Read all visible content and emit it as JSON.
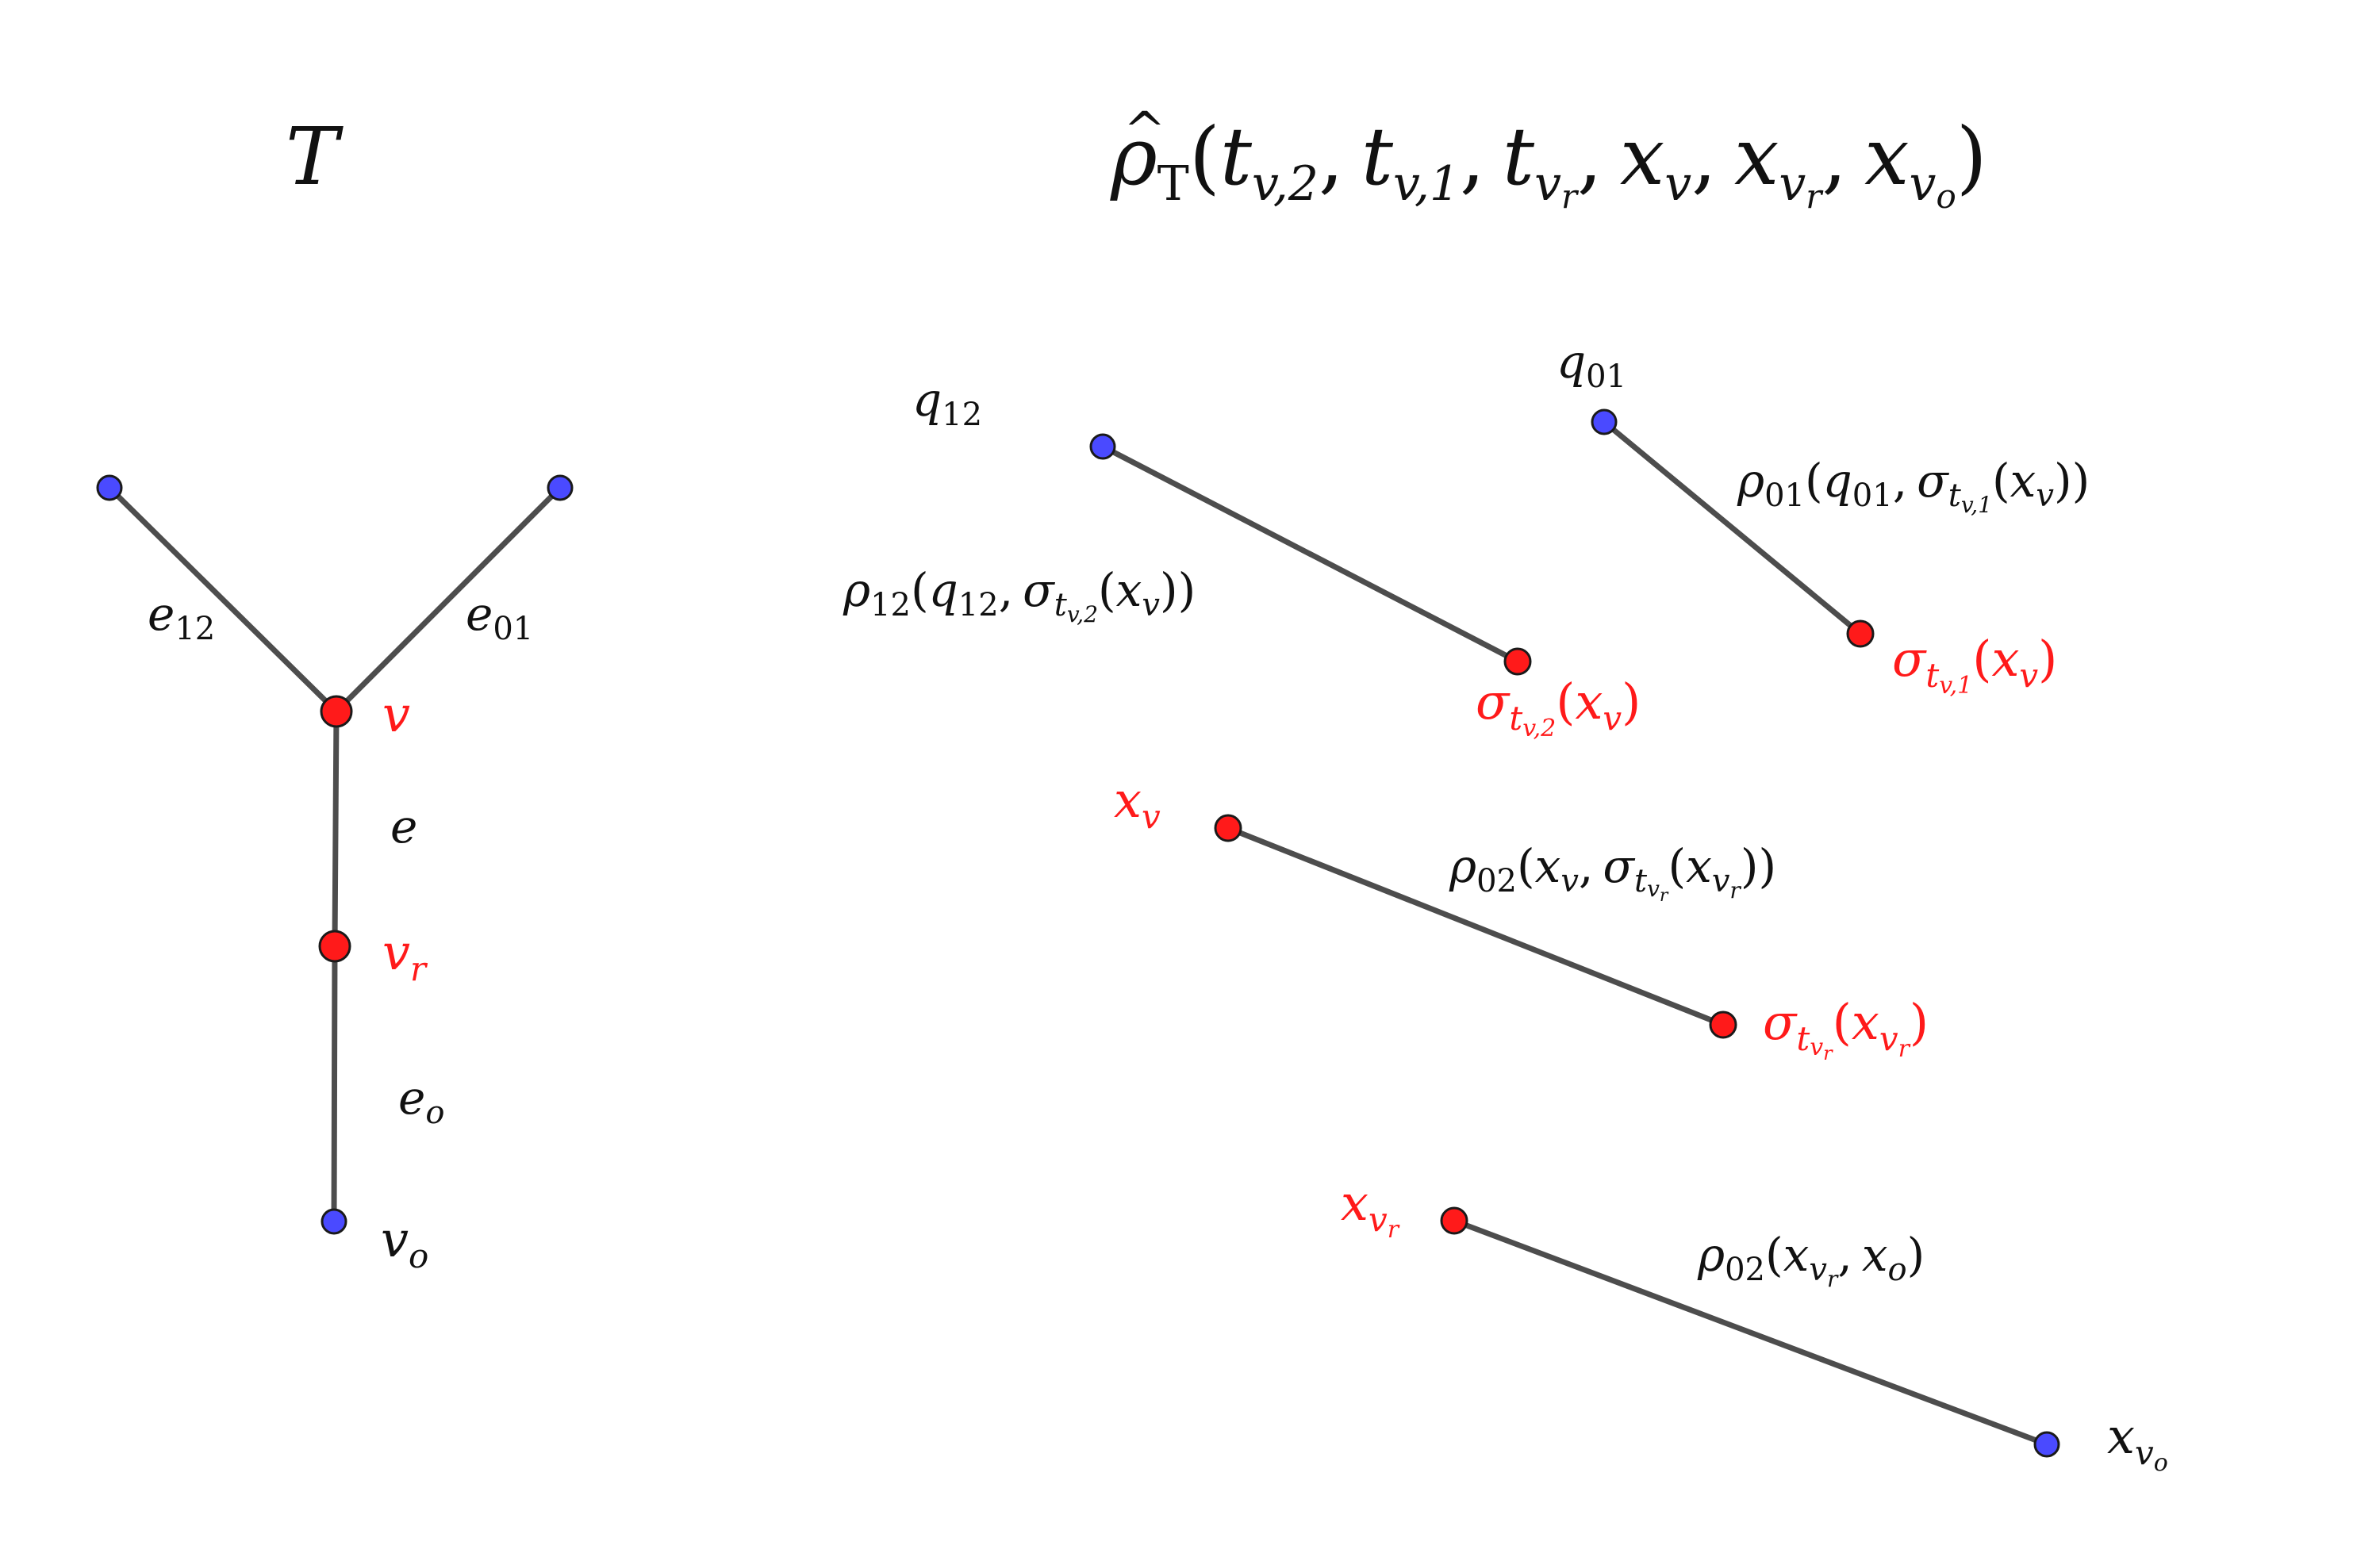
{
  "colors": {
    "edge": "#4d4d4d",
    "blue_node": "#4a4aff",
    "red_node": "#ff1a1a",
    "label": "#111111",
    "red_label": "#ff1a1a"
  },
  "tree": {
    "title": "T",
    "edges": {
      "e12": {
        "base": "e",
        "sub": "12"
      },
      "e01": {
        "base": "e",
        "sub": "01"
      },
      "e": {
        "base": "e"
      },
      "eo": {
        "base": "e",
        "sub": "o"
      }
    },
    "vertices": {
      "v": {
        "base": "v"
      },
      "vr": {
        "base": "v",
        "sub": "r"
      },
      "vo": {
        "base": "v",
        "sub": "o"
      }
    }
  },
  "formula": {
    "rho": "ρ",
    "hat": "^",
    "sub_T": "T",
    "open_paren": "(",
    "close_paren": ")",
    "comma": ",",
    "t": "t",
    "x": "x",
    "v": "v",
    "sub_v2": "v,2",
    "sub_v1": "v,1",
    "sub_r": "r",
    "sub_o": "o"
  },
  "right": {
    "sigma": "σ",
    "q12": {
      "base": "q",
      "sub": "12"
    },
    "q01": {
      "base": "q",
      "sub": "01"
    },
    "rho12": {
      "base": "ρ",
      "sub": "12",
      "arg_q": "q",
      "arg_q_sub": "12"
    },
    "rho01": {
      "base": "ρ",
      "sub": "01",
      "arg_q": "q",
      "arg_q_sub": "01"
    },
    "rho02": {
      "base": "ρ",
      "sub": "02"
    },
    "xv": {
      "base": "x",
      "sub": "v"
    },
    "xo": {
      "base": "x",
      "sub": "o"
    },
    "t_sub_v2": "v,2",
    "t_sub_v1": "v,1",
    "t_sub_v": "v",
    "t_sub_r": "r"
  }
}
